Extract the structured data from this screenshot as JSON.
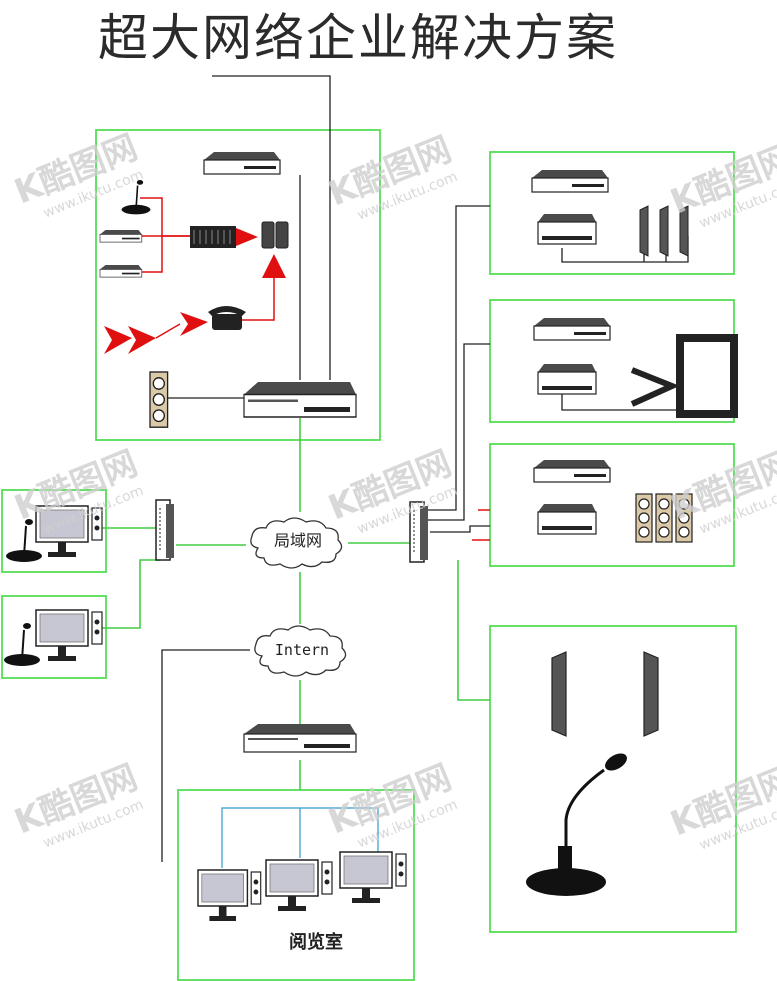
{
  "title": "超大网络企业解决方案",
  "clouds": {
    "lan": "局域网",
    "internet": "Intern"
  },
  "room_label": "阅览室",
  "watermark": {
    "brand": "K酷图网",
    "url": "www.ikutu.com"
  },
  "colors": {
    "link": "#44cc44",
    "frame": "#55dd55",
    "signal": "#e01010",
    "cable": "#222222",
    "lan_cable": "#3399cc"
  }
}
